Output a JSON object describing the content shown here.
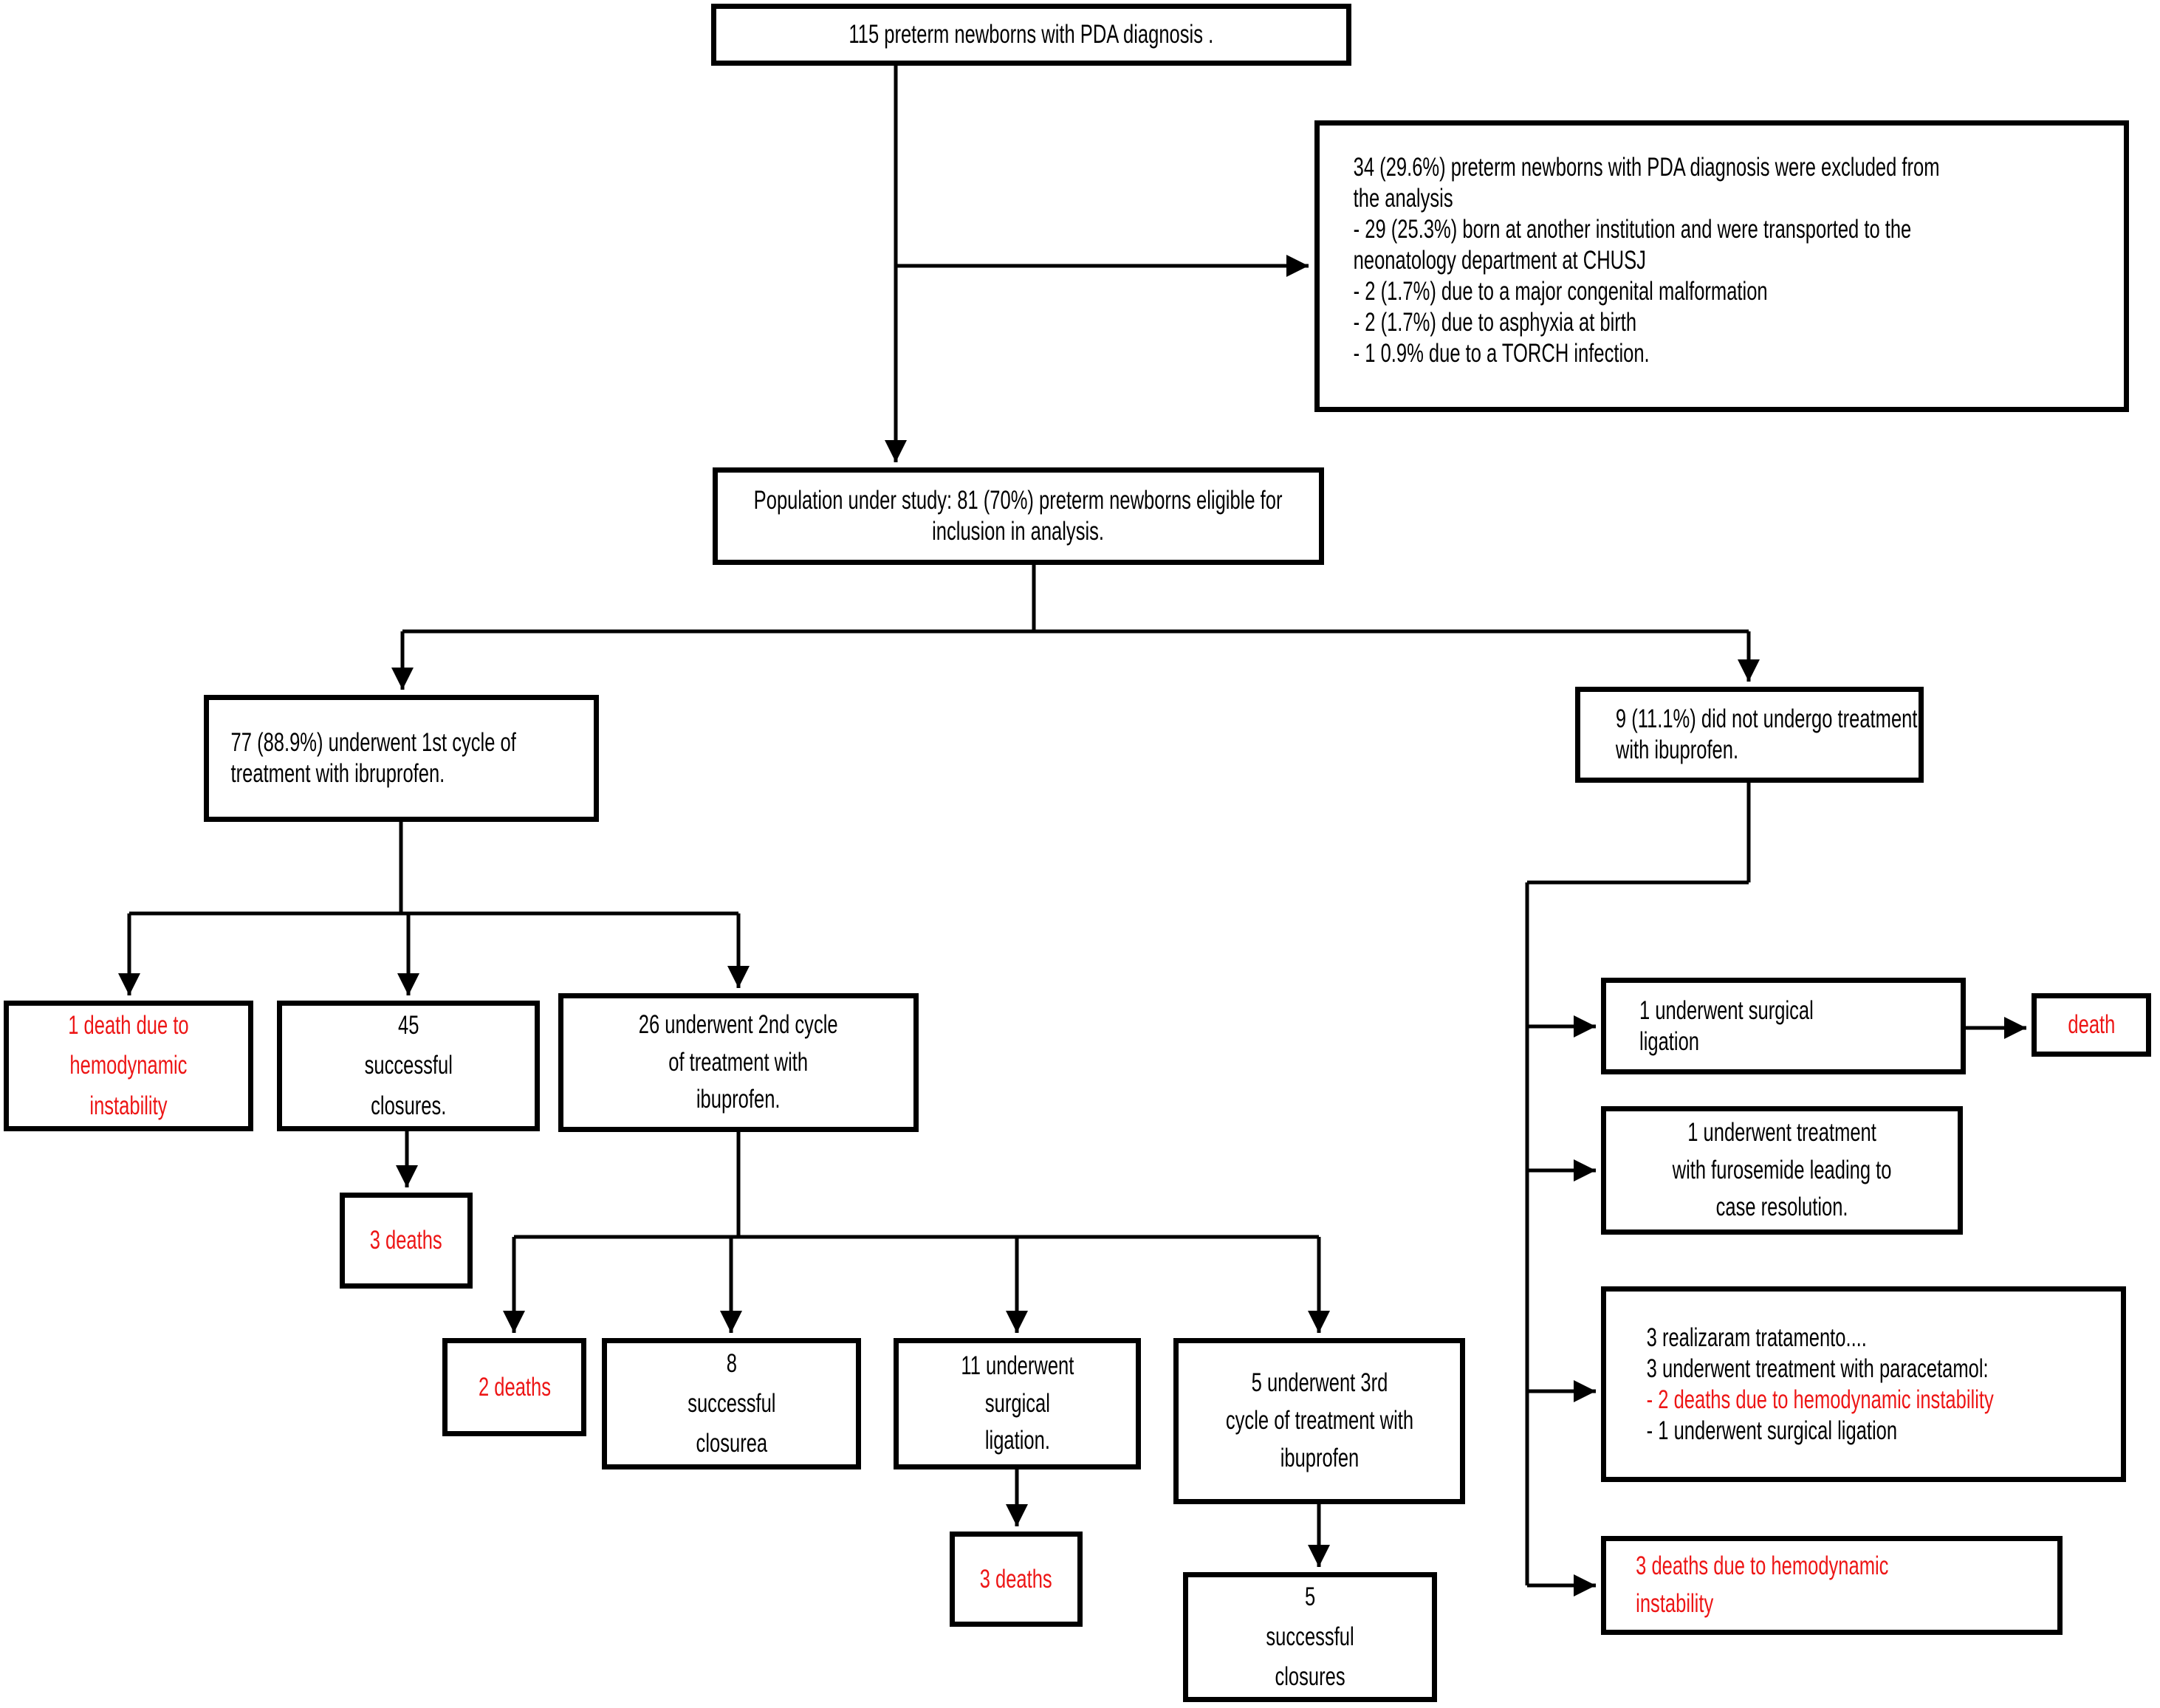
{
  "diagram": {
    "colors": {
      "red": "#ed1515",
      "black": "#000000"
    },
    "boxes": {
      "total115": "115 preterm newborns with PDA diagnosis .",
      "excluded": "34 (29.6%) preterm newborns with PDA diagnosis were excluded from\nthe analysis\n- 29 (25.3%) born at another institution and were transported to the\nneonatology department at CHUSJ\n- 2 (1.7%) due to a major congenital malformation\n- 2 (1.7%) due to asphyxia at birth\n- 1 0.9% due to a TORCH infection.",
      "population": "Population under study: 81 (70%) preterm newborns eligible for\ninclusion in analysis.",
      "cycle1": "77 (88.9%) underwent 1st cycle of\ntreatment with ibruprofen.",
      "no_ibuprofen": "9 (11.1%) did not undergo treatment\nwith ibuprofen.",
      "death1_hemodynamic": "1 death due to\nhemodynamic\ninstability",
      "closures45": "45\nsuccessful\nclosures.",
      "cycle2": "26 underwent 2nd cycle\nof treatment with\nibuprofen.",
      "deaths3_after45": "3 deaths",
      "deaths2": "2 deaths",
      "closures8": "8\nsuccessful\nclosurea",
      "ligation11": "11 underwent\nsurgical\nligation.",
      "cycle3": "5 underwent 3rd\ncycle of treatment with\nibuprofen",
      "deaths3_after11": "3 deaths",
      "closures5": "5\nsuccessful\nclosures",
      "ligation1": "1 underwent surgical\nligation",
      "death": "death",
      "furosemide": "1 underwent treatment\nwith furosemide leading to\ncase resolution.",
      "paracetamol_lines": [
        "3 realizaram tratamento....",
        "3 underwent treatment with paracetamol:",
        "- 2 deaths due to hemodynamic instability",
        "- 1 underwent surgical ligation"
      ],
      "deaths3_hemodynamic": "3 deaths due to hemodynamic\ninstability"
    }
  }
}
